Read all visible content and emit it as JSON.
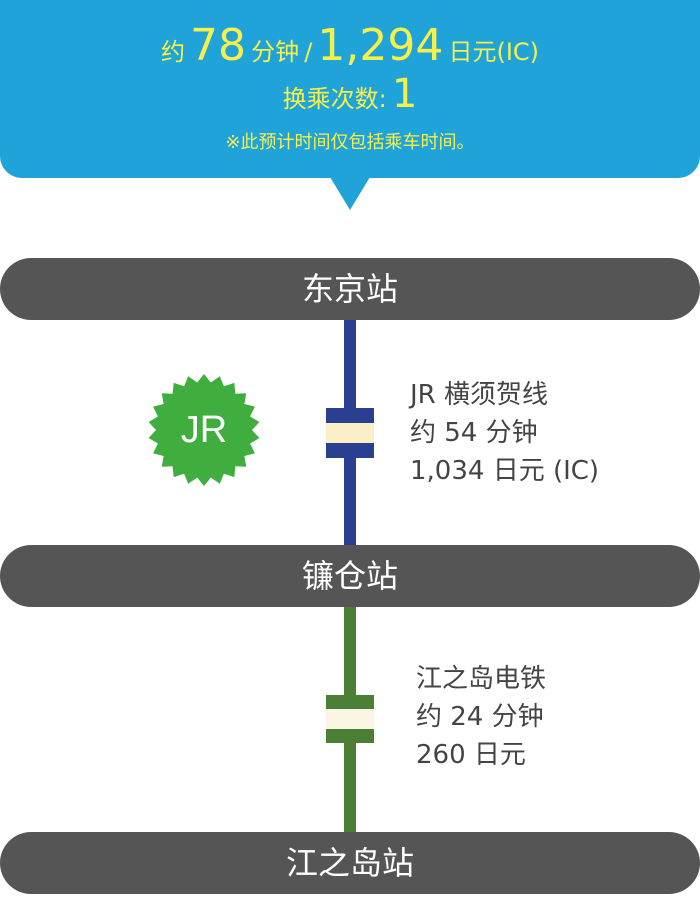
{
  "summary": {
    "time_prefix": "约",
    "time_value": "78",
    "time_unit": "分钟",
    "separator": "/",
    "fare_value": "1,294",
    "fare_unit": "日元(IC)",
    "transfers_label": "换乘次数:",
    "transfers_value": "1",
    "note": "※此预计时间仅包括乘车时间。"
  },
  "stations": [
    "东京站",
    "镰仓站",
    "江之岛站"
  ],
  "segments": [
    {
      "operator_logo": "JR",
      "line_name": "JR 横须贺线",
      "duration": "约 54 分钟",
      "fare": "1,034 日元 (IC)",
      "line_color": "#2a3f8f"
    },
    {
      "line_name": "江之岛电铁",
      "duration": "约 24 分钟",
      "fare": "260 日元",
      "line_color": "#4a7f35"
    }
  ],
  "colors": {
    "summary_bg": "#1fa3d9",
    "summary_text": "#f7f04a",
    "station_bg": "#555555",
    "jr_badge": "#3fae3f"
  }
}
